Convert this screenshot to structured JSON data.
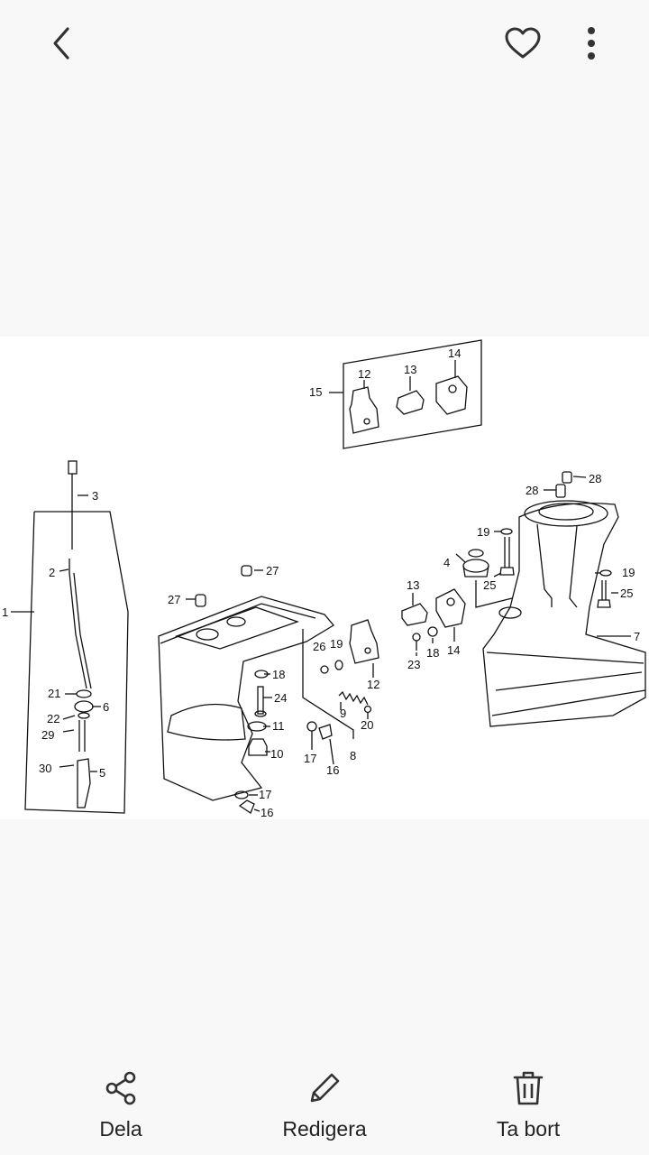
{
  "toolbar": {
    "back_icon": "chevron-left-icon",
    "favorite_icon": "heart-outline-icon",
    "more_icon": "vertical-dots-icon"
  },
  "diagram": {
    "labels": [
      "1",
      "2",
      "3",
      "4",
      "5",
      "6",
      "7",
      "8",
      "9",
      "10",
      "11",
      "12",
      "13",
      "14",
      "15",
      "16",
      "17",
      "18",
      "19",
      "20",
      "21",
      "22",
      "23",
      "24",
      "25",
      "26",
      "27",
      "28",
      "29",
      "30"
    ]
  },
  "actions": {
    "share": {
      "label": "Dela",
      "icon": "share-icon"
    },
    "edit": {
      "label": "Redigera",
      "icon": "pencil-icon"
    },
    "delete": {
      "label": "Ta bort",
      "icon": "trash-icon"
    }
  },
  "colors": {
    "background": "#f8f8f8",
    "image_bg": "#ffffff",
    "icon": "#333333"
  }
}
